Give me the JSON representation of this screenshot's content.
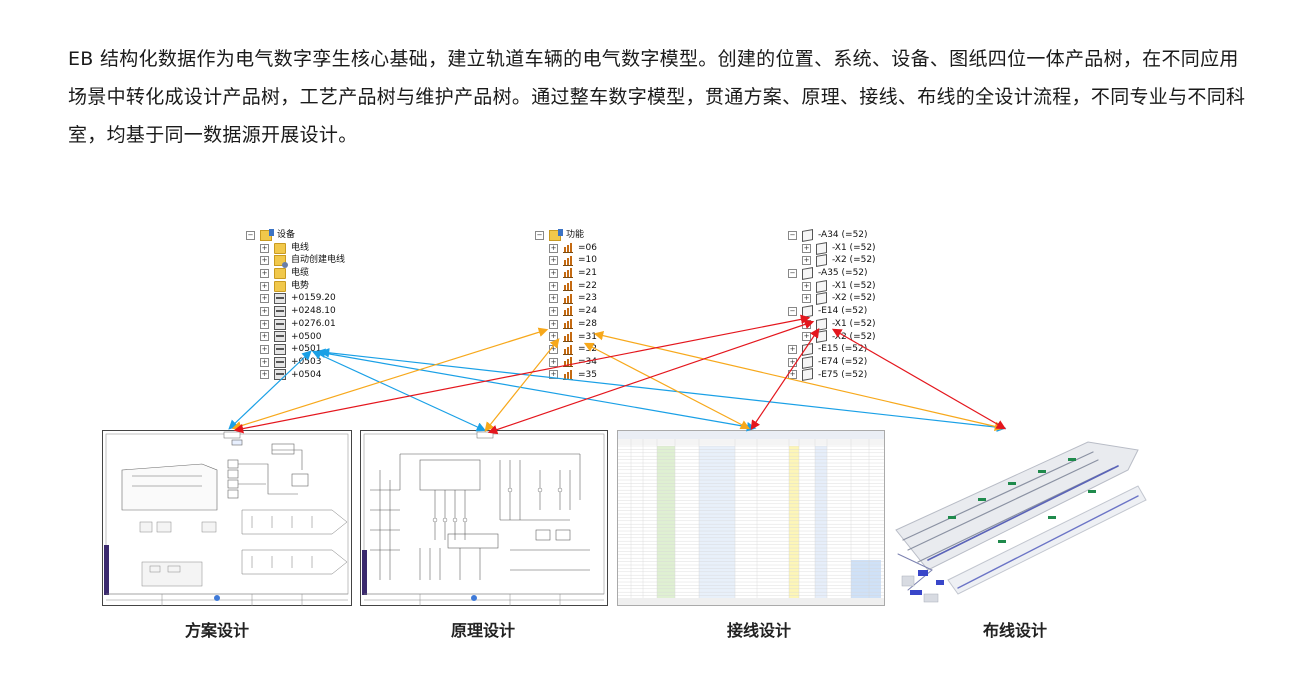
{
  "intro": {
    "text": "EB 结构化数据作为电气数字孪生核心基础，建立轨道车辆的电气数字模型。创建的位置、系统、设备、图纸四位一体产品树，在不同应用场景中转化成设计产品树，工艺产品树与维护产品树。通过整车数字模型，贯通方案、原理、接线、布线的全设计流程，不同专业与不同科室，均基于同一数据源开展设计。"
  },
  "device_tree": {
    "root": "设备",
    "items": [
      {
        "icon": "folder-icon",
        "label": "电线"
      },
      {
        "icon": "auto-cable-folder-icon",
        "label": "自动创建电线"
      },
      {
        "icon": "folder-icon",
        "label": "电缆"
      },
      {
        "icon": "folder-icon",
        "label": "电势"
      },
      {
        "icon": "cabinet-icon",
        "label": "+0159.20"
      },
      {
        "icon": "cabinet-icon",
        "label": "+0248.10"
      },
      {
        "icon": "cabinet-icon",
        "label": "+0276.01"
      },
      {
        "icon": "cabinet-icon",
        "label": "+0500"
      },
      {
        "icon": "cabinet-icon",
        "label": "+0501"
      },
      {
        "icon": "cabinet-icon",
        "label": "+0503"
      },
      {
        "icon": "cabinet-icon",
        "label": "+0504"
      }
    ]
  },
  "function_tree": {
    "root": "功能",
    "items": [
      {
        "icon": "function-bars-icon",
        "label": "=06"
      },
      {
        "icon": "function-bars-icon",
        "label": "=10"
      },
      {
        "icon": "function-bars-icon",
        "label": "=21"
      },
      {
        "icon": "function-bars-icon",
        "label": "=22"
      },
      {
        "icon": "function-bars-icon",
        "label": "=23"
      },
      {
        "icon": "function-bars-icon",
        "label": "=24"
      },
      {
        "icon": "function-bars-icon",
        "label": "=28"
      },
      {
        "icon": "function-bars-icon",
        "label": "=31"
      },
      {
        "icon": "function-bars-icon",
        "label": "=32"
      },
      {
        "icon": "function-bars-icon",
        "label": "=34"
      },
      {
        "icon": "function-bars-icon",
        "label": "=35"
      }
    ]
  },
  "component_tree": {
    "items": [
      {
        "level": 0,
        "expander": "minus",
        "label": "-A34  (=52)"
      },
      {
        "level": 1,
        "expander": "plus",
        "label": "-X1  (=52)"
      },
      {
        "level": 1,
        "expander": "plus",
        "label": "-X2  (=52)"
      },
      {
        "level": 0,
        "expander": "minus",
        "label": "-A35  (=52)"
      },
      {
        "level": 1,
        "expander": "plus",
        "label": "-X1  (=52)"
      },
      {
        "level": 1,
        "expander": "plus",
        "label": "-X2  (=52)"
      },
      {
        "level": 0,
        "expander": "minus",
        "label": "-E14  (=52)"
      },
      {
        "level": 1,
        "expander": "plus",
        "label": "-X1  (=52)"
      },
      {
        "level": 1,
        "expander": "plus",
        "label": "-X2  (=52)"
      },
      {
        "level": 0,
        "expander": "plus",
        "label": "-E15  (=52)"
      },
      {
        "level": 0,
        "expander": "plus",
        "label": "-E74  (=52)"
      },
      {
        "level": 0,
        "expander": "plus",
        "label": "-E75  (=52)"
      }
    ]
  },
  "captions": {
    "scheme": "方案设计",
    "principle": "原理设计",
    "wiring": "接线设计",
    "routing": "布线设计"
  },
  "colors": {
    "link_blue": "#1aa0e6",
    "link_orange": "#f7a81b",
    "link_red": "#e4161d",
    "folder": "#f1c84b",
    "spreadsheet_green": "#dff0d2",
    "spreadsheet_yellow": "#fdf6b8",
    "spreadsheet_blue": "#d9e6f7"
  }
}
